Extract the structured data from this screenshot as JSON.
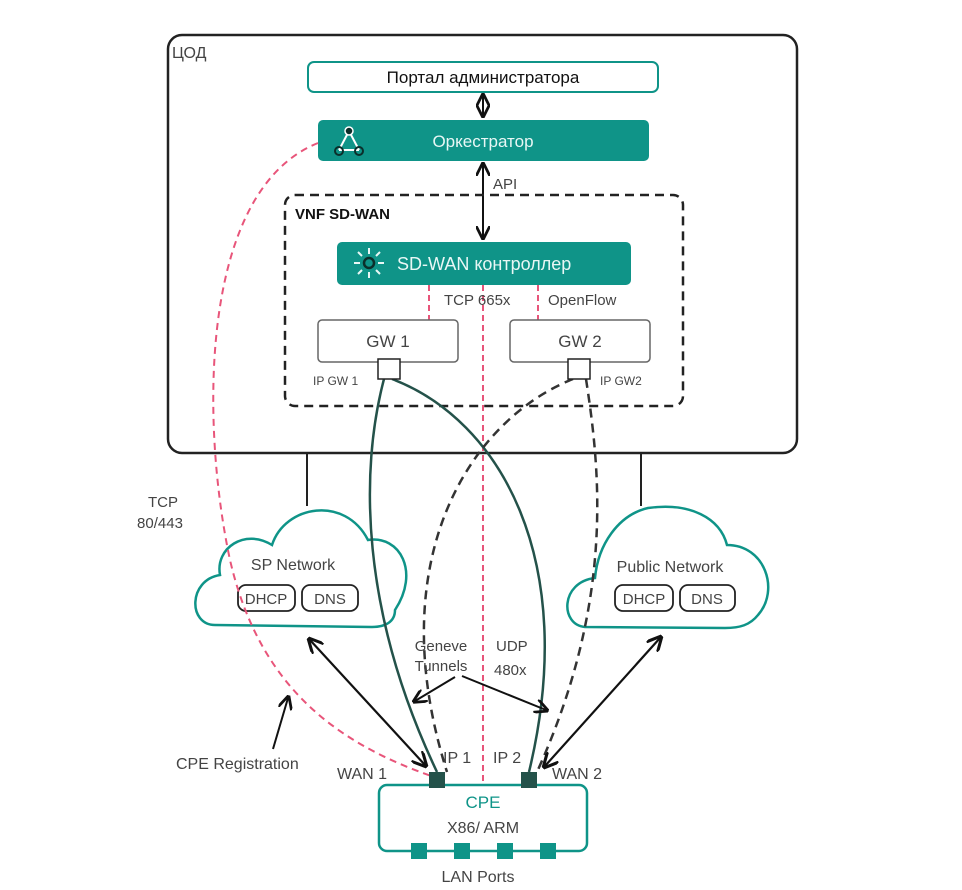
{
  "datacenter": {
    "label": "ЦОД"
  },
  "admin_portal": {
    "label": "Портал администратора"
  },
  "orchestrator": {
    "label": "Оркестратор",
    "icon": "orchestrator-graph-icon"
  },
  "api_link": {
    "label": "API"
  },
  "vnf": {
    "label": "VNF SD-WAN",
    "controller": {
      "label": "SD-WAN контроллер",
      "icon": "controller-burst-icon"
    },
    "tcp_label": "TCP 665x",
    "openflow_label": "OpenFlow",
    "gateways": [
      {
        "label": "GW 1",
        "ip_label": "IP GW 1"
      },
      {
        "label": "GW 2",
        "ip_label": "IP GW2"
      }
    ]
  },
  "tcp_registration": {
    "line1": "TCP",
    "line2": "80/443"
  },
  "networks": [
    {
      "label": "SP Network",
      "services": [
        "DHCP",
        "DNS"
      ]
    },
    {
      "label": "Public Network",
      "services": [
        "DHCP",
        "DNS"
      ]
    }
  ],
  "tunnels": {
    "line1": "Geneve",
    "line2": "Tunnels"
  },
  "udp": {
    "line1": "UDP",
    "line2": "480x"
  },
  "cpe_registration": {
    "label": "CPE Registration"
  },
  "wan": [
    {
      "label": "WAN 1",
      "ip": "IP 1"
    },
    {
      "label": "WAN 2",
      "ip": "IP 2"
    }
  ],
  "cpe": {
    "title": "CPE",
    "arch": "X86/ ARM",
    "lan_label": "LAN Ports",
    "lan_port_count": 4
  },
  "colors": {
    "teal": "#0f9488",
    "dark_green": "#24524a",
    "pink_dashed": "#e8557a",
    "border": "#222222"
  }
}
